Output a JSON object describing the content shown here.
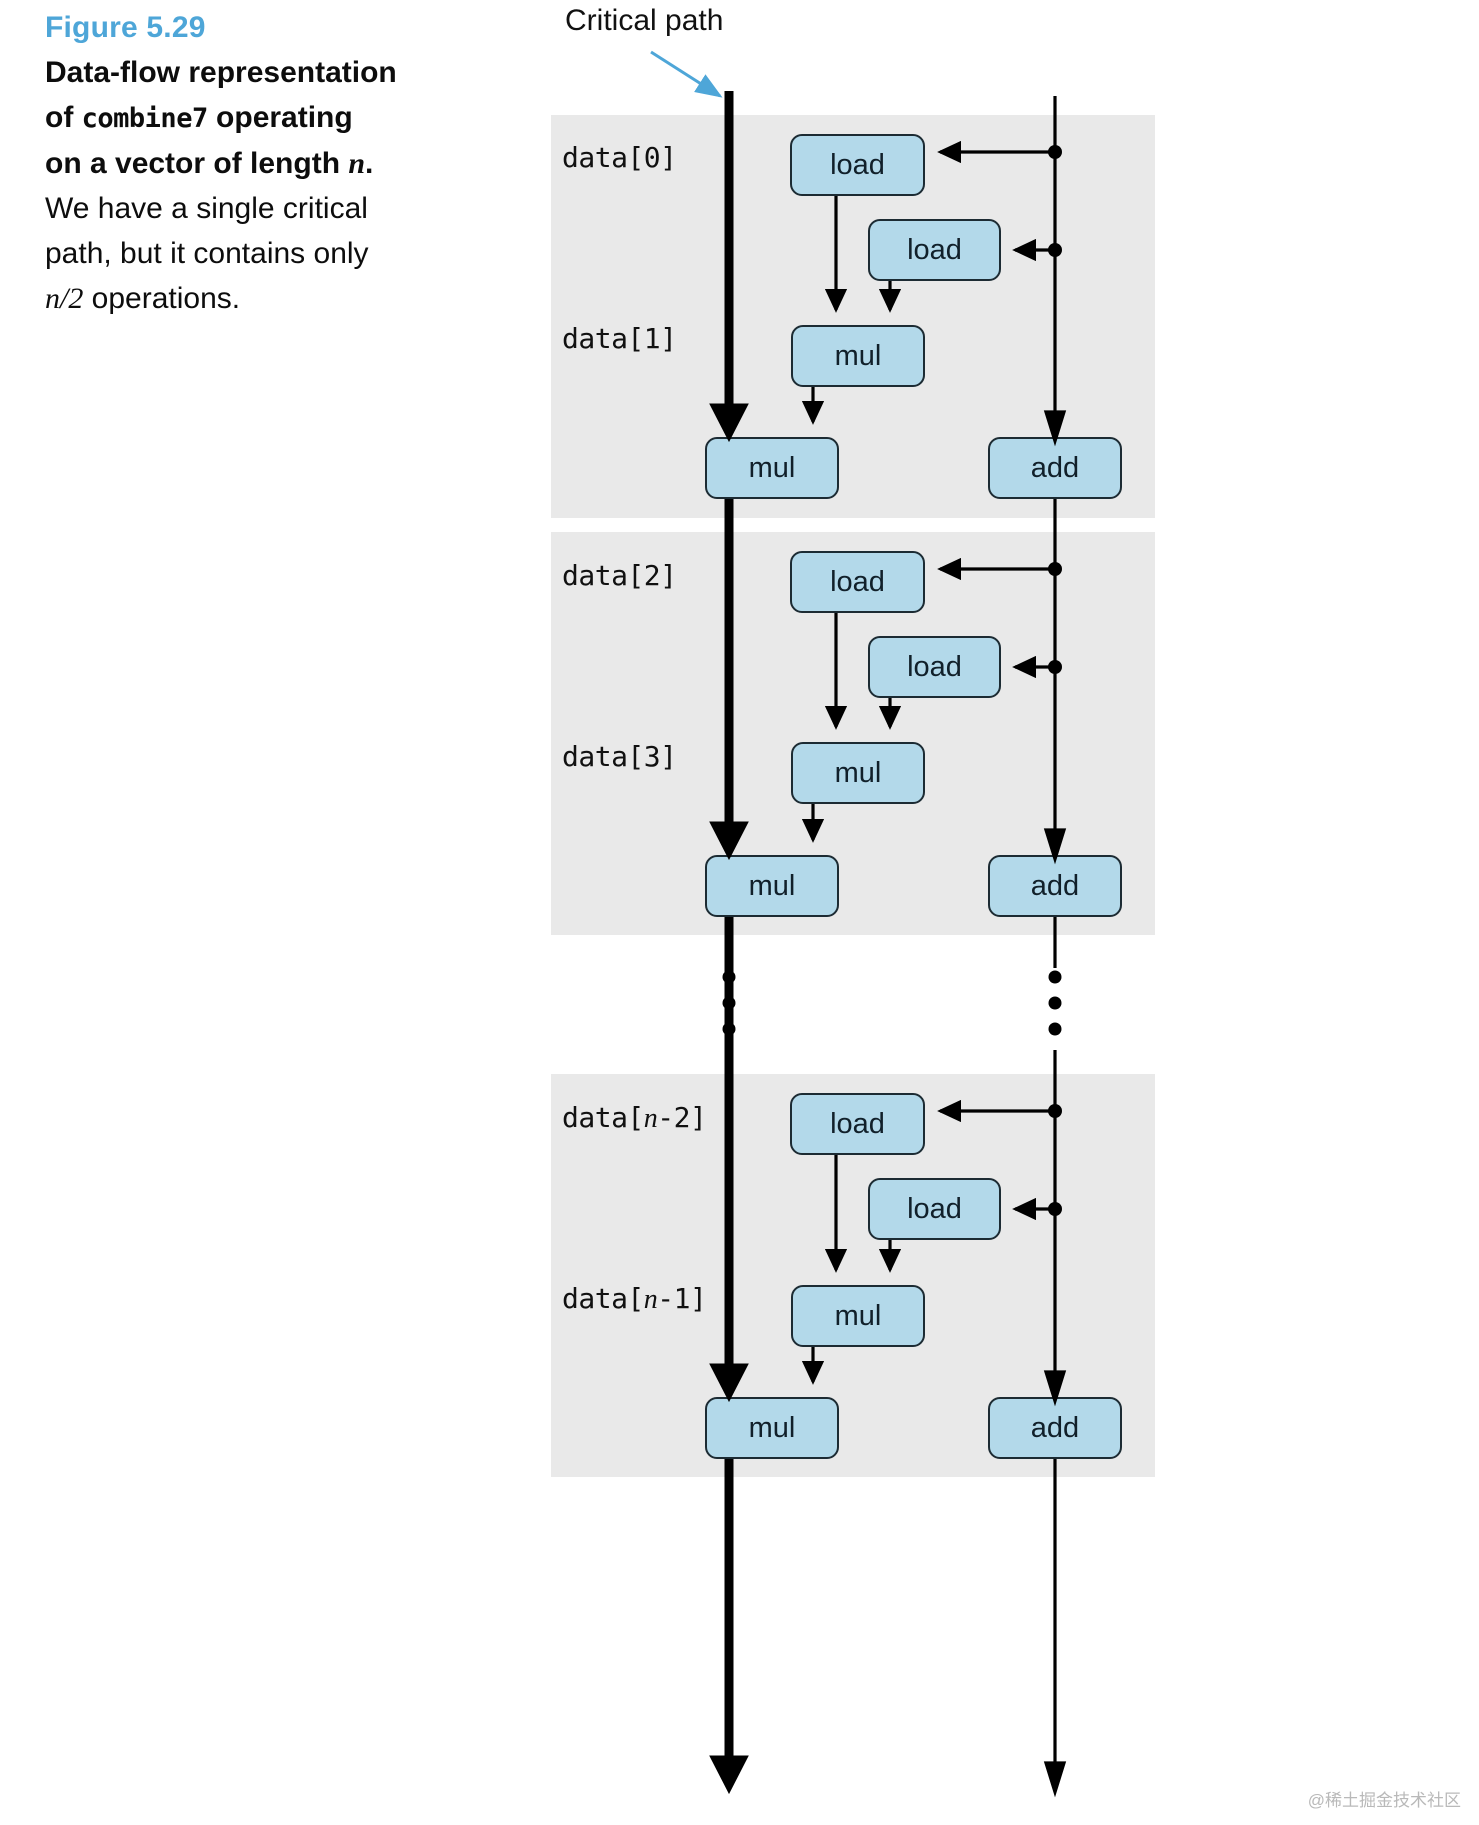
{
  "caption": {
    "figure_number": "Figure 5.29",
    "title_line1": "Data-flow representation",
    "title_line2_pre": "of ",
    "title_line2_mono": "combine7",
    "title_line2_post": " operating",
    "title_line3_pre": "on a vector of length ",
    "title_line3_var": "n",
    "title_line3_post": ".",
    "body_line1": "We have a single critical",
    "body_line2": "path, but it contains only",
    "body_line3_var": "n/2",
    "body_line3_post": " operations."
  },
  "diagram": {
    "critical_path_label": "Critical path",
    "colors": {
      "node_fill": "#b3d9ea",
      "node_border": "#1c2b33",
      "band_fill": "#e9e9e9",
      "accent_blue": "#4ea6d8",
      "line": "#000000"
    },
    "blocks": [
      {
        "index_labels": [
          "data[0]",
          "data[1]"
        ],
        "nodes": [
          "load",
          "load",
          "mul",
          "mul",
          "add"
        ]
      },
      {
        "index_labels": [
          "data[2]",
          "data[3]"
        ],
        "nodes": [
          "load",
          "load",
          "mul",
          "mul",
          "add"
        ]
      },
      {
        "index_labels": [
          "data[n-2]",
          "data[n-1]"
        ],
        "index_labels_parts": [
          {
            "pre": "data[",
            "var": "n",
            "post": "-2]"
          },
          {
            "pre": "data[",
            "var": "n",
            "post": "-1]"
          }
        ],
        "nodes": [
          "load",
          "load",
          "mul",
          "mul",
          "add"
        ]
      }
    ],
    "node_labels": {
      "load": "load",
      "mul": "mul",
      "add": "add"
    },
    "ellipsis": "vertical-dots"
  },
  "watermark": "@稀土掘金技术社区"
}
